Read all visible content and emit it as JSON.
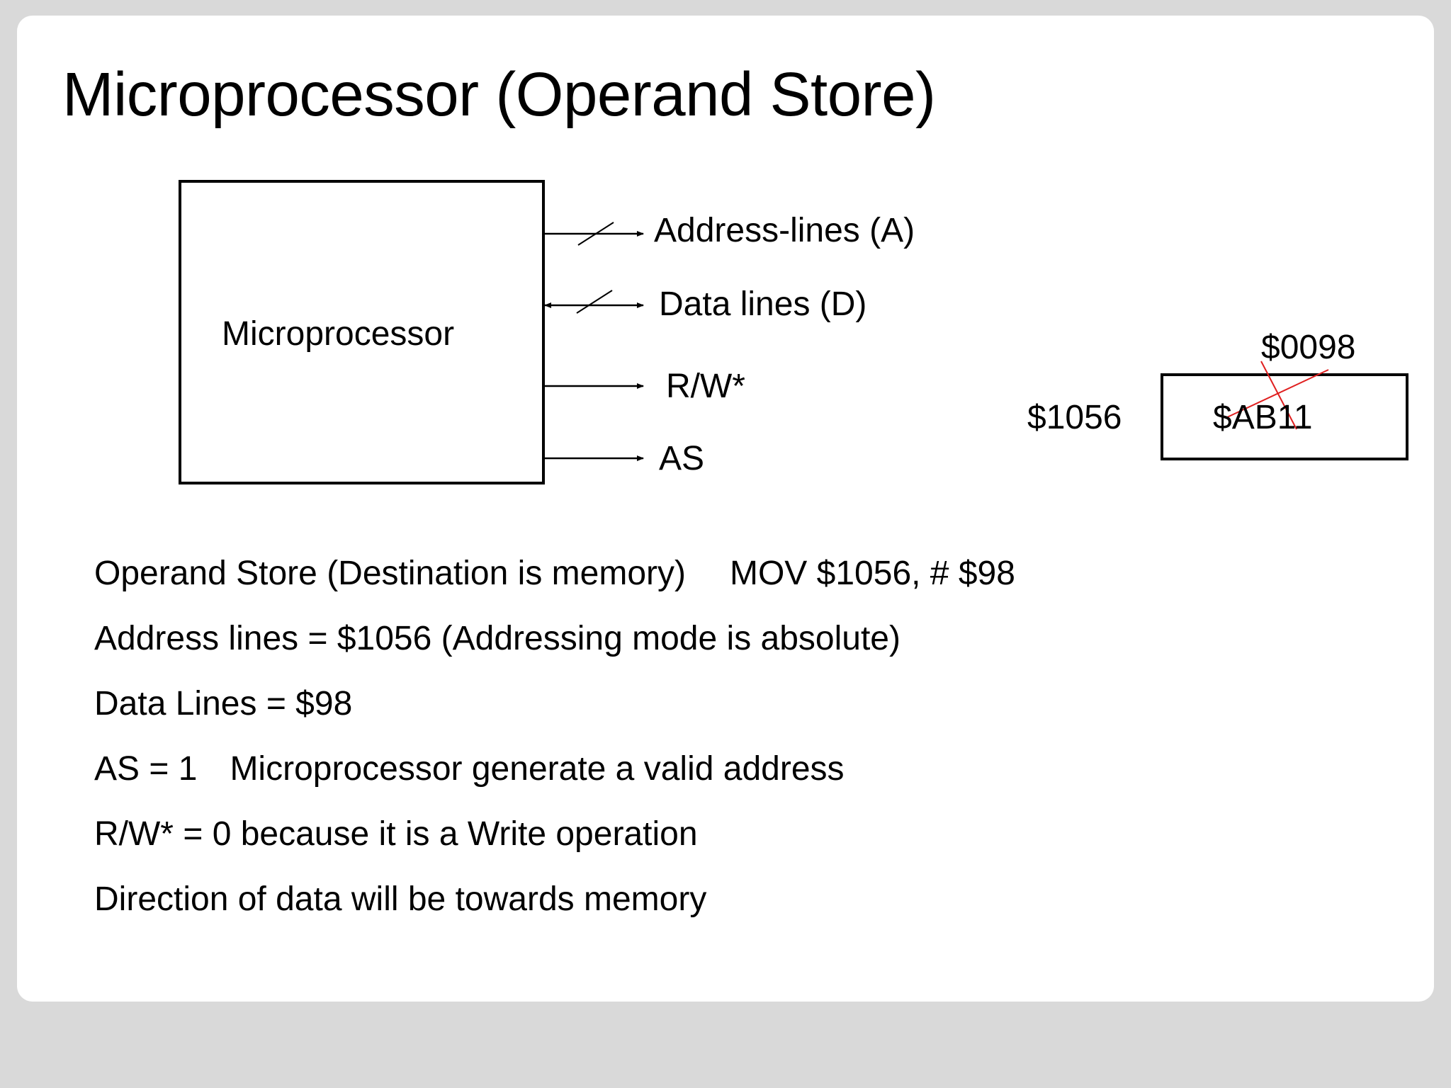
{
  "slide": {
    "title": "Microprocessor (Operand Store)"
  },
  "diagram": {
    "processor_label": "Microprocessor",
    "signals": {
      "address": "Address-lines (A)",
      "data": "Data lines (D)",
      "rw": "R/W*",
      "as": "AS"
    },
    "memory": {
      "address": "$1056",
      "old_value": "$AB11",
      "new_value": "$0098",
      "strike_color": "#e02020"
    }
  },
  "notes": {
    "line1_text": "Operand Store (Destination is memory)",
    "line1_instruction": "MOV $1056, # $98",
    "line2": "Address lines = $1056 (Addressing mode is absolute)",
    "line3": "Data Lines = $98",
    "line4_signal": "AS = 1",
    "line4_text": "Microprocessor generate a valid address",
    "line5": "R/W* = 0 because it is a Write operation",
    "line6": "Direction of data will be towards memory"
  }
}
